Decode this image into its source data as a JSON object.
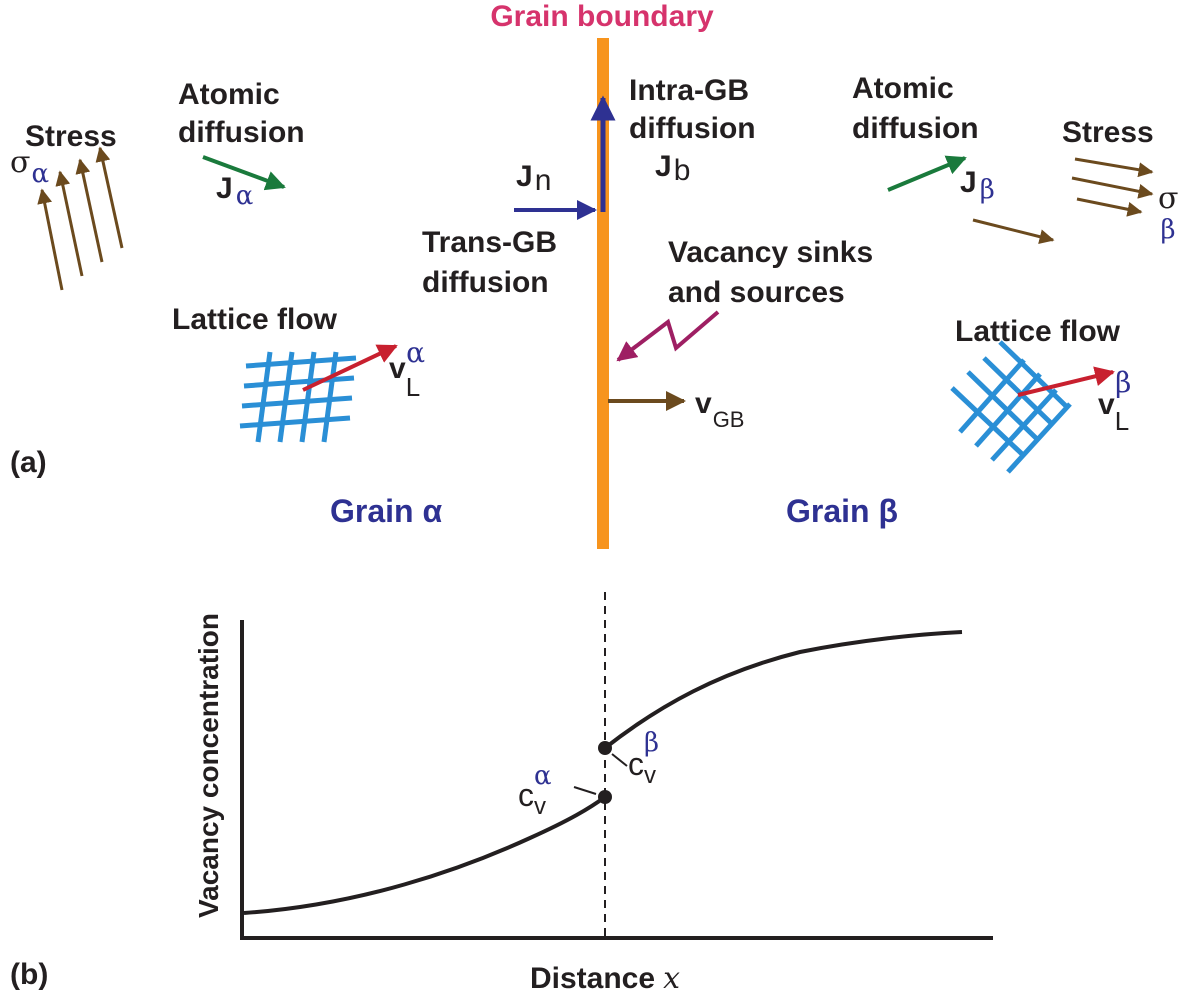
{
  "panel_a": {
    "panel_label": "(a)",
    "grain_boundary_title": "Grain boundary",
    "left": {
      "stress_label": "Stress",
      "stress_symbol": "σ",
      "stress_subscript": "α",
      "diffusion_label_line1": "Atomic",
      "diffusion_label_line2": "diffusion",
      "flux_symbol": "J",
      "flux_subscript": "α",
      "lattice_flow_label": "Lattice flow",
      "velocity_symbol": "v",
      "velocity_sub": "L",
      "velocity_sup": "α",
      "grain_label": "Grain α"
    },
    "right": {
      "stress_label": "Stress",
      "stress_symbol": "σ",
      "stress_subscript": "β",
      "diffusion_label_line1": "Atomic",
      "diffusion_label_line2": "diffusion",
      "flux_symbol": "J",
      "flux_subscript": "β",
      "lattice_flow_label": "Lattice flow",
      "velocity_symbol": "v",
      "velocity_sub": "L",
      "velocity_sup": "β",
      "grain_label": "Grain β"
    },
    "center": {
      "intra_gb_line1": "Intra-GB",
      "intra_gb_line2": "diffusion",
      "intra_flux_symbol": "J",
      "intra_flux_sub": "b",
      "trans_flux_symbol": "J",
      "trans_flux_sub": "n",
      "trans_gb_line1": "Trans-GB",
      "trans_gb_line2": "diffusion",
      "vacancy_line1": "Vacancy sinks",
      "vacancy_line2": "and sources",
      "gb_velocity_symbol": "v",
      "gb_velocity_sub": "GB"
    }
  },
  "panel_b": {
    "panel_label": "(b)",
    "ylabel": "Vacancy concentration",
    "xlabel": "Distance",
    "xlabel_var": "x",
    "c_alpha": {
      "symbol": "c",
      "sub": "v",
      "sup": "α"
    },
    "c_beta": {
      "symbol": "c",
      "sub": "v",
      "sup": "β"
    }
  },
  "colors": {
    "grain_boundary": "#f7941d",
    "title": "#d6336c",
    "blue_arrow": "#2e3192",
    "green_arrow": "#1a7a3c",
    "brown_arrow": "#6b4a1e",
    "red_arrow": "#c8202f",
    "lattice": "#2a8fd6",
    "purple_zigzag": "#9e1f63",
    "text": "#231f20"
  }
}
